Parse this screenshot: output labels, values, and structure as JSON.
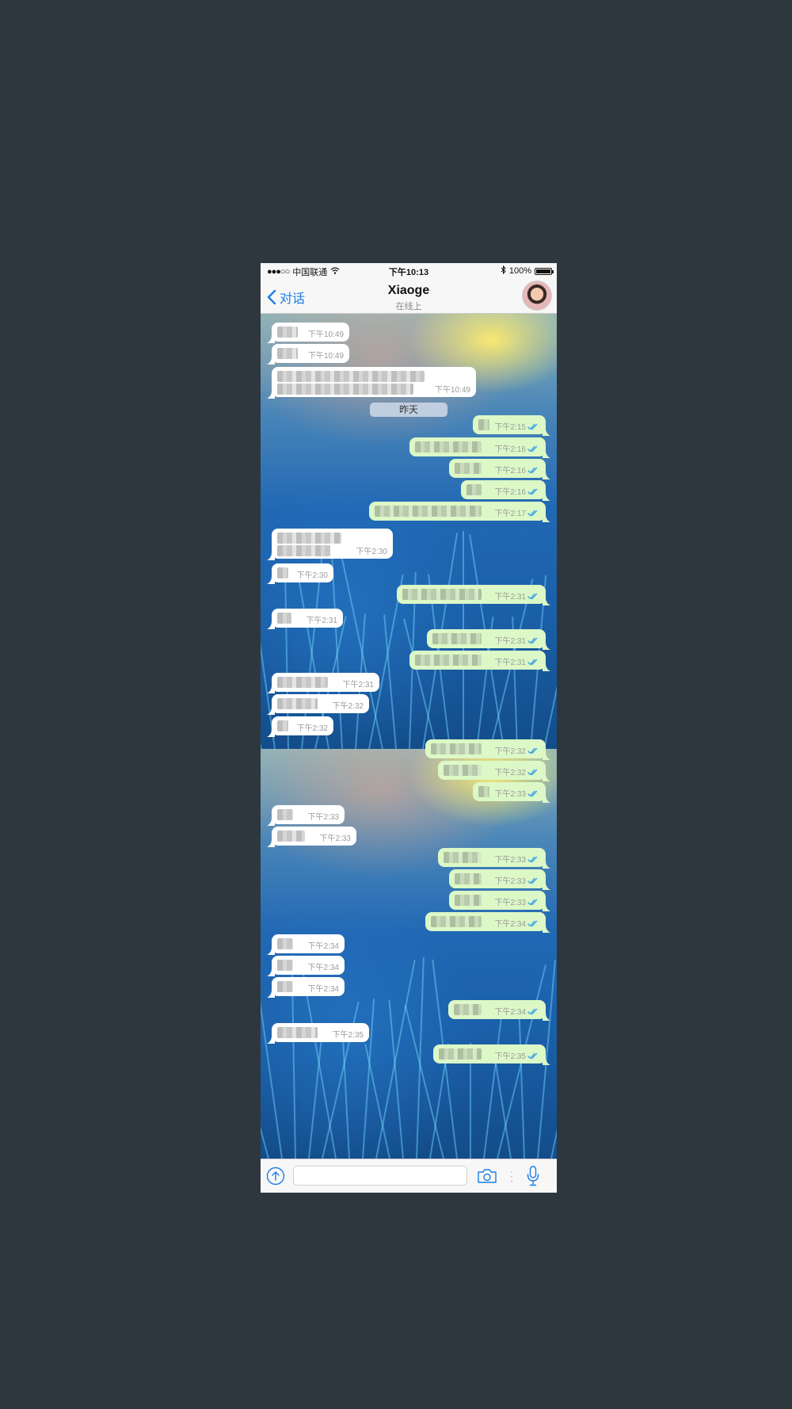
{
  "status_bar": {
    "signal": "●●●○○",
    "carrier": "中国联通",
    "time": "下午10:13",
    "battery": "100%"
  },
  "nav": {
    "back_label": "对话",
    "title": "Xiaoge",
    "subtitle": "在线上"
  },
  "date_separator": "昨天",
  "messages": [
    {
      "dir": "in",
      "time": "下午10:49"
    },
    {
      "dir": "in",
      "time": "下午10:49"
    },
    {
      "dir": "in",
      "time": "下午10:49",
      "lines": 2
    },
    {
      "dir": "out",
      "time": "下午2:15"
    },
    {
      "dir": "out",
      "time": "下午2:16"
    },
    {
      "dir": "out",
      "time": "下午2:16"
    },
    {
      "dir": "out",
      "time": "下午2:16"
    },
    {
      "dir": "out",
      "time": "下午2:17"
    },
    {
      "dir": "in",
      "time": "下午2:30",
      "lines": 2
    },
    {
      "dir": "in",
      "time": "下午2:30"
    },
    {
      "dir": "out",
      "time": "下午2:31"
    },
    {
      "dir": "in",
      "time": "下午2:31"
    },
    {
      "dir": "out",
      "time": "下午2:31"
    },
    {
      "dir": "out",
      "time": "下午2:31"
    },
    {
      "dir": "in",
      "time": "下午2:31"
    },
    {
      "dir": "in",
      "time": "下午2:32"
    },
    {
      "dir": "in",
      "time": "下午2:32"
    },
    {
      "dir": "out",
      "time": "下午2:32"
    },
    {
      "dir": "out",
      "time": "下午2:32"
    },
    {
      "dir": "out",
      "time": "下午2:33"
    },
    {
      "dir": "in",
      "time": "下午2:33"
    },
    {
      "dir": "in",
      "time": "下午2:33"
    },
    {
      "dir": "out",
      "time": "下午2:33"
    },
    {
      "dir": "out",
      "time": "下午2:33"
    },
    {
      "dir": "out",
      "time": "下午2:33"
    },
    {
      "dir": "out",
      "time": "下午2:34"
    },
    {
      "dir": "in",
      "time": "下午2:34"
    },
    {
      "dir": "in",
      "time": "下午2:34"
    },
    {
      "dir": "in",
      "time": "下午2:34"
    },
    {
      "dir": "out",
      "time": "下午2:34"
    },
    {
      "dir": "in",
      "time": "下午2:35"
    },
    {
      "dir": "out",
      "time": "下午2:35"
    }
  ],
  "colors": {
    "page_background": "#2e373e",
    "accent": "#1a7ee6",
    "incoming_bubble": "#ffffff",
    "outgoing_bubble": "#dcf8c6",
    "read_ticks": "#3aa0e6"
  },
  "icons": {
    "back": "chevron-left-icon",
    "wifi": "wifi-icon",
    "bluetooth": "bluetooth-icon",
    "battery": "battery-icon",
    "attach": "attach-icon",
    "camera": "camera-icon",
    "microphone": "microphone-icon",
    "read_receipt": "double-check-icon"
  }
}
